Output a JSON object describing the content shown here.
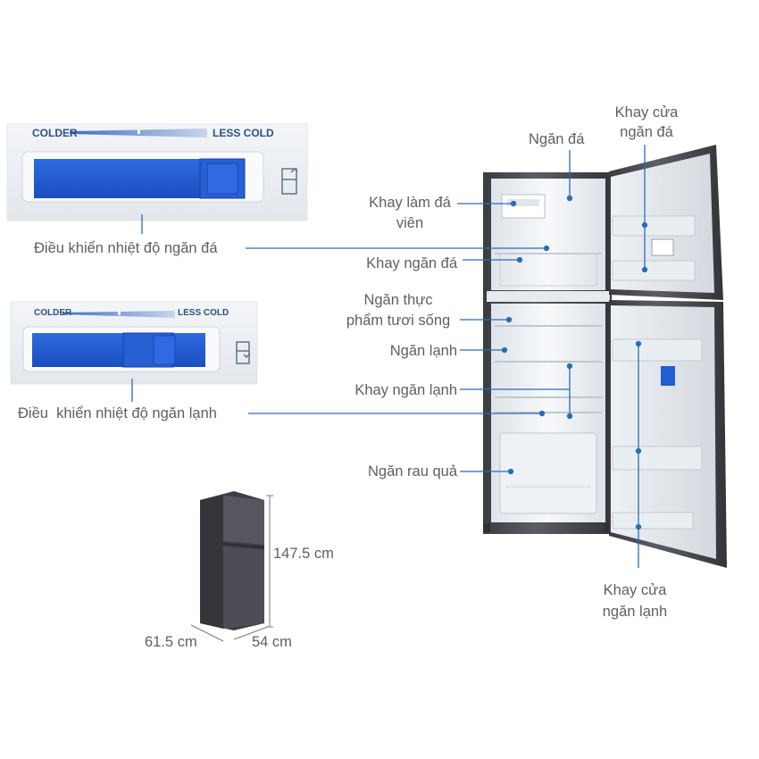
{
  "freezer_control": {
    "colder": "COLDER",
    "less_cold": "LESS COLD",
    "label": "Điều khiển nhiệt độ ngăn đá"
  },
  "fridge_control": {
    "colder": "COLDER",
    "less_cold": "LESS COLD",
    "label": "Điều  khiển nhiệt độ ngăn lạnh"
  },
  "callouts": {
    "ngan_da": "Ngăn đá",
    "khay_cua_ngan_da_1": "Khay cửa",
    "khay_cua_ngan_da_2": "ngăn đá",
    "khay_lam_da_1": "Khay làm đá",
    "khay_lam_da_2": "viên",
    "khay_ngan_da": "Khay ngăn đá",
    "ngan_thuc_pham_1": "Ngăn thực",
    "ngan_thuc_pham_2": "phẩm tươi sống",
    "ngan_lanh": "Ngăn lạnh",
    "khay_ngan_lanh": "Khay ngăn lạnh",
    "ngan_rau_qua": "Ngăn rau quả",
    "khay_cua_ngan_lanh_1": "Khay cửa",
    "khay_cua_ngan_lanh_2": "ngăn lạnh"
  },
  "dimensions": {
    "height": "147.5 cm",
    "width": "61.5 cm",
    "depth": "54 cm"
  },
  "colors": {
    "callout_line": "#2a6db5",
    "text": "#5f5f5f",
    "fridge_body": "#4b4b52",
    "control_blue": "#1f56c9"
  }
}
